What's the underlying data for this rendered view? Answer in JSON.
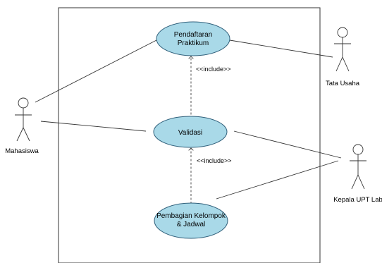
{
  "use_cases": {
    "pendaftaran": {
      "line1": "Pendaftaran",
      "line2": "Praktikum"
    },
    "validasi": {
      "line1": "Validasi"
    },
    "pembagian": {
      "line1": "Pembagian Kelompok",
      "line2": "& Jadwal"
    }
  },
  "actors": {
    "mahasiswa": "Mahasiswa",
    "tata_usaha": "Tata Usaha",
    "kepala_upt": "Kepala UPT Lab"
  },
  "relations": {
    "include_top": "<<include>>",
    "include_bottom": "<<include>>"
  },
  "colors": {
    "use_case_fill": "#a9d9e8",
    "use_case_stroke": "#2f5f7a",
    "line": "#333333"
  }
}
